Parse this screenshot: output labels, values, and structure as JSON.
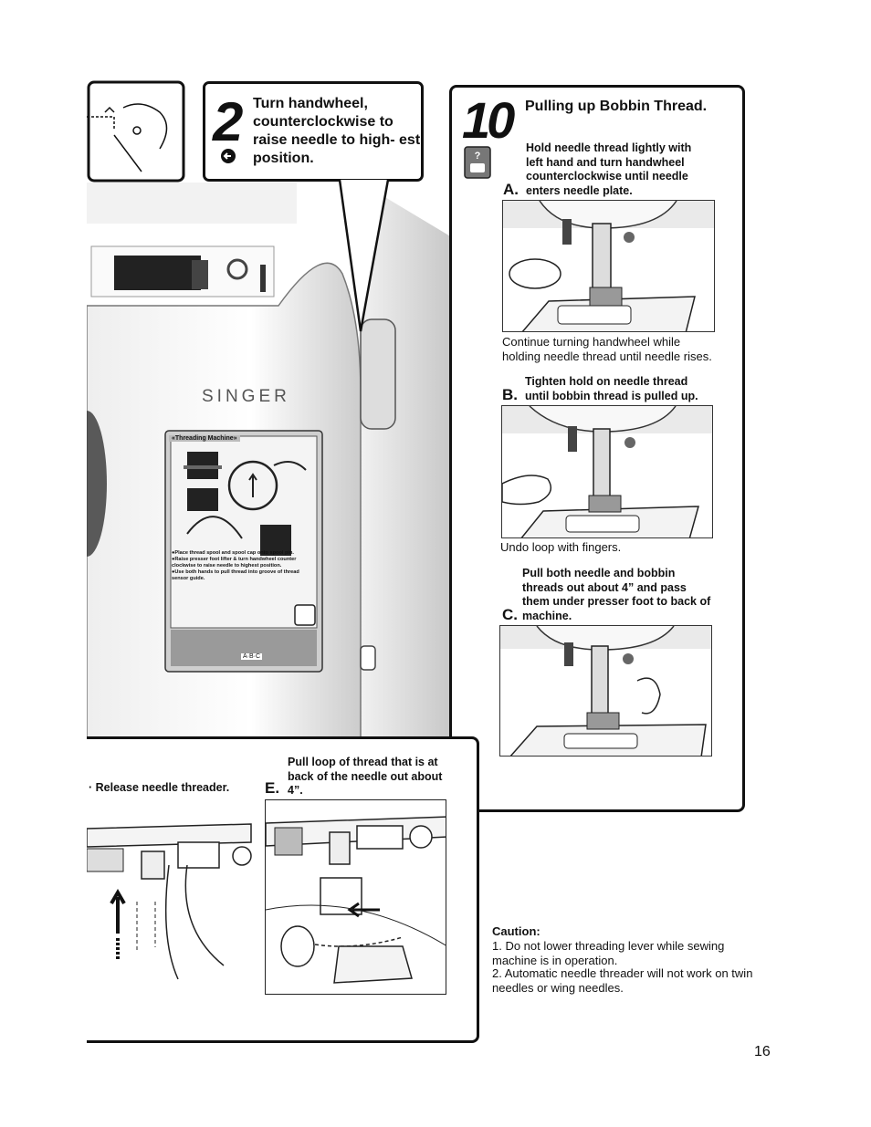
{
  "step2": {
    "number": "2",
    "text": "Turn handwheel, counterclockwise to raise needle to high- est position."
  },
  "machine": {
    "brand": "SINGER",
    "screen": {
      "title": "«Threading Machine»",
      "instructions": [
        "●Place thread spool and spool cap onto spool pin.",
        "●Raise presser foot lifter & turn handwheel counter clockwise to raise needle to highest position.",
        "●Use both hands to pull thread into groove of thread sensor guide."
      ],
      "key_label": "A·B·C"
    }
  },
  "step10": {
    "number": "10",
    "title": "Pulling up Bobbin Thread.",
    "a": {
      "letter": "A.",
      "text": "Hold needle thread lightly with left hand and turn handwheel counterclockwise until needle enters needle plate.",
      "note": "Continue turning handwheel while holding needle thread until needle rises."
    },
    "b": {
      "letter": "B.",
      "text": "Tighten hold on needle thread until bobbin thread is pulled up.",
      "note": "Undo loop with fingers."
    },
    "c": {
      "letter": "C.",
      "text": "Pull both needle and bobbin threads out about 4” and pass them under presser foot to back of machine."
    }
  },
  "step_d": {
    "text": "· Release needle threader."
  },
  "step_e": {
    "letter": "E.",
    "text": "Pull loop of thread that is at back of the needle out about 4”."
  },
  "caution": {
    "title": "Caution:",
    "items": [
      "1. Do not lower threading lever while sewing machine is in operation.",
      "2. Automatic needle threader will not work on twin needles or wing needles."
    ]
  },
  "page_number": "16",
  "icons": [
    "counterclockwise-arrow-icon",
    "help-key-icon",
    "up-arrow-icon"
  ]
}
